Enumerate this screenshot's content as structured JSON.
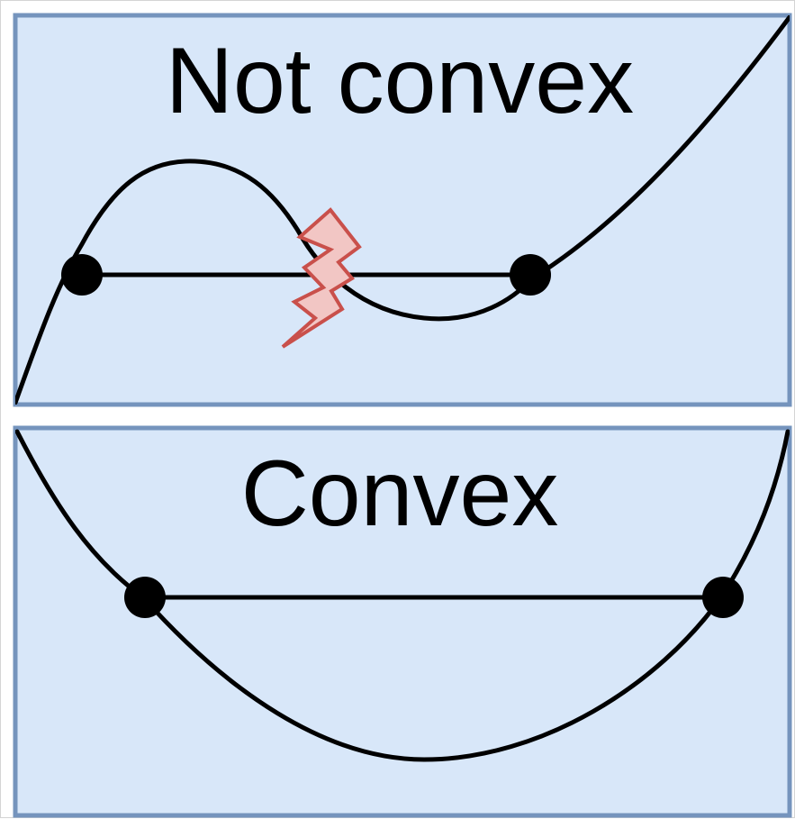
{
  "panels": [
    {
      "id": "not-convex",
      "title": "Not convex"
    },
    {
      "id": "convex",
      "title": "Convex"
    }
  ],
  "colors": {
    "panel_fill": "#d8e7f9",
    "panel_border": "#7594bd",
    "curve": "#000000",
    "point": "#000000",
    "lightning_fill": "#f2c6c4",
    "lightning_stroke": "#c9504b"
  },
  "icons": {
    "lightning": "lightning-bolt-icon"
  }
}
